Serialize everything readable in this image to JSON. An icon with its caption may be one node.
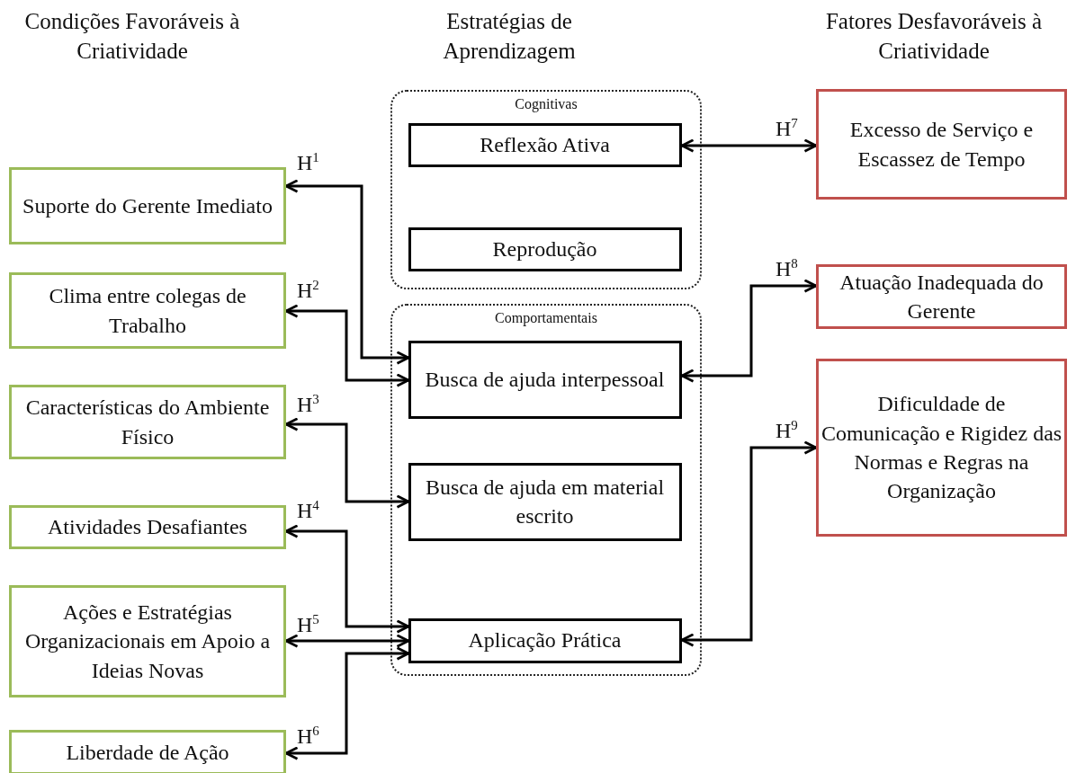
{
  "diagram": {
    "nodes": [
      {
        "text": [
          "Cognitivas"
        ]
      },
      {
        "text": [
          "Reflexão Ativa"
        ],
        "in": 0
      },
      {
        "text": [
          "Reprodução"
        ],
        "in": 0
      },
      {
        "text": [
          "Comportamentais"
        ]
      },
      {
        "text": [
          "Busca de ajuda interpessoal"
        ],
        "in": 3
      },
      {
        "text": [
          "Busca de ajuda em material escrito"
        ],
        "in": 3
      },
      {
        "text": [
          "Aplicação Prática"
        ],
        "in": 3
      },
      {
        "text": [
          "Suporte do Gerente Imediato"
        ]
      },
      {
        "text": [
          "Clima entre colegas de Trabalho"
        ]
      },
      {
        "text": [
          "Características do Ambiente Físico"
        ]
      },
      {
        "text": [
          "Atividades Desafiantes"
        ]
      },
      {
        "text": [
          "Ações e Estratégias Organizacionais em Apoio a Ideias Novas"
        ]
      },
      {
        "text": [
          "Liberdade de Ação"
        ]
      },
      {
        "text": [
          "Excesso de Serviço e Escassez de Tempo"
        ]
      },
      {
        "text": [
          "Atuação Inadequada do Gerente"
        ]
      },
      {
        "text": [
          "Dificuldade de Comunicação e Rigidez das Normas e Regras na Organização"
        ]
      }
    ],
    "edges": [
      {
        "from": 7,
        "to": 4,
        "arrow": "both",
        "label": "H$^{1}$"
      },
      {
        "from": 8,
        "to": 4,
        "arrow": "both",
        "label": "H$^{2}$"
      },
      {
        "from": 9,
        "to": 5,
        "arrow": "both",
        "label": "H$^{3}$"
      },
      {
        "from": 10,
        "to": 6,
        "arrow": "both",
        "label": "H$^{4}$"
      },
      {
        "from": 11,
        "to": 6,
        "arrow": "both",
        "label": "H$^{5}$"
      },
      {
        "from": 12,
        "to": 6,
        "arrow": "both",
        "label": "H$^{6}$"
      },
      {
        "from": 1,
        "to": 13,
        "arrow": "both",
        "label": "H$^{7}$"
      },
      {
        "from": 4,
        "to": 14,
        "arrow": "both",
        "label": "H$^{8}$"
      },
      {
        "from": 6,
        "to": 15,
        "arrow": "both",
        "label": "H$^{9}$"
      }
    ],
    "labels": [
      "Condições Favoráveis à Criatividade",
      "Estratégias de Aprendizagem",
      "Fatores Desfavoráveis à Criatividade"
    ]
  }
}
